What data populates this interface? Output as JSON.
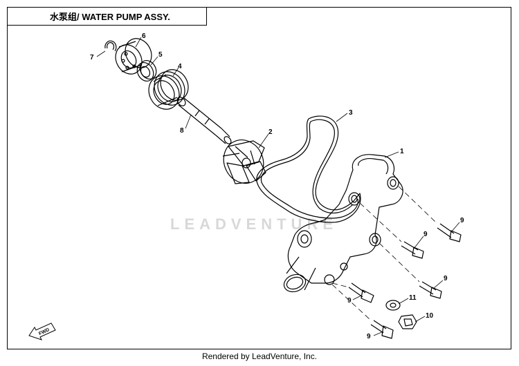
{
  "title": "水泵组/ WATER PUMP ASSY.",
  "watermark": "LEADVENTURE",
  "footer": "Rendered by LeadVenture, Inc.",
  "fwd_label": "FWD",
  "callouts": [
    "1",
    "2",
    "3",
    "4",
    "5",
    "6",
    "7",
    "8",
    "9",
    "9",
    "9",
    "9",
    "9",
    "10",
    "11"
  ]
}
